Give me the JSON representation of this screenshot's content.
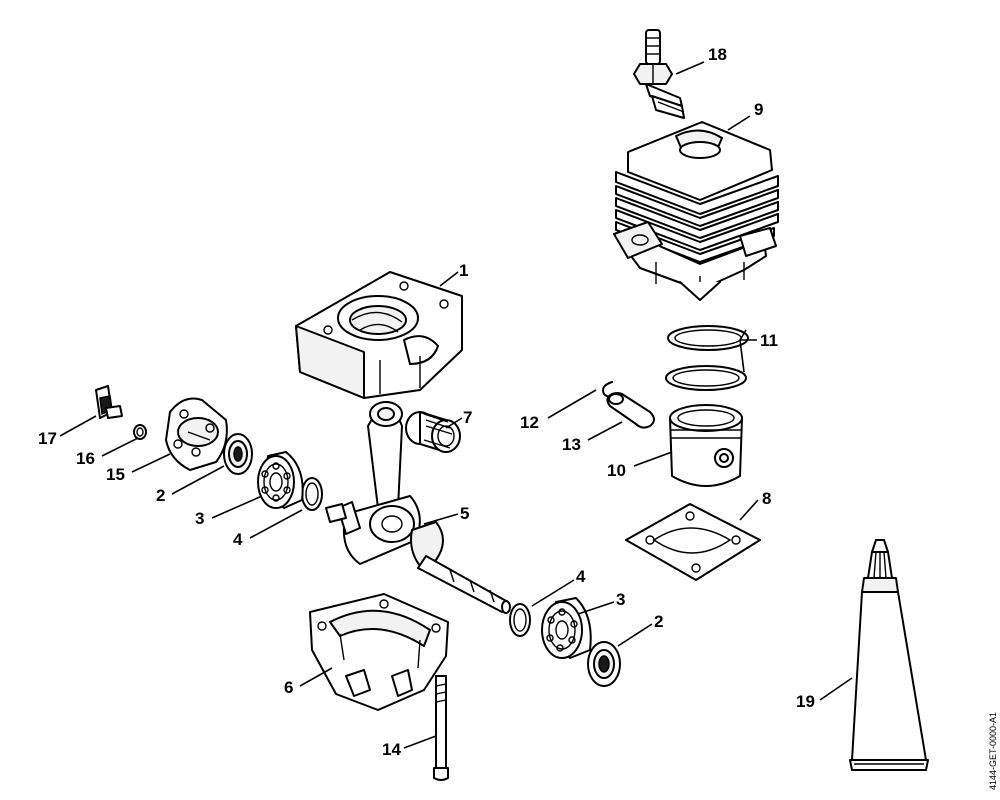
{
  "callouts": {
    "c1": "1",
    "c2a": "2",
    "c2b": "2",
    "c3a": "3",
    "c3b": "3",
    "c4a": "4",
    "c4b": "4",
    "c5": "5",
    "c6": "6",
    "c7": "7",
    "c8": "8",
    "c9": "9",
    "c10": "10",
    "c11": "11",
    "c12": "12",
    "c13": "13",
    "c14": "14",
    "c15": "15",
    "c16": "16",
    "c17": "17",
    "c18": "18",
    "c19": "19"
  },
  "reference_code": "4144-GET-0000-A1"
}
